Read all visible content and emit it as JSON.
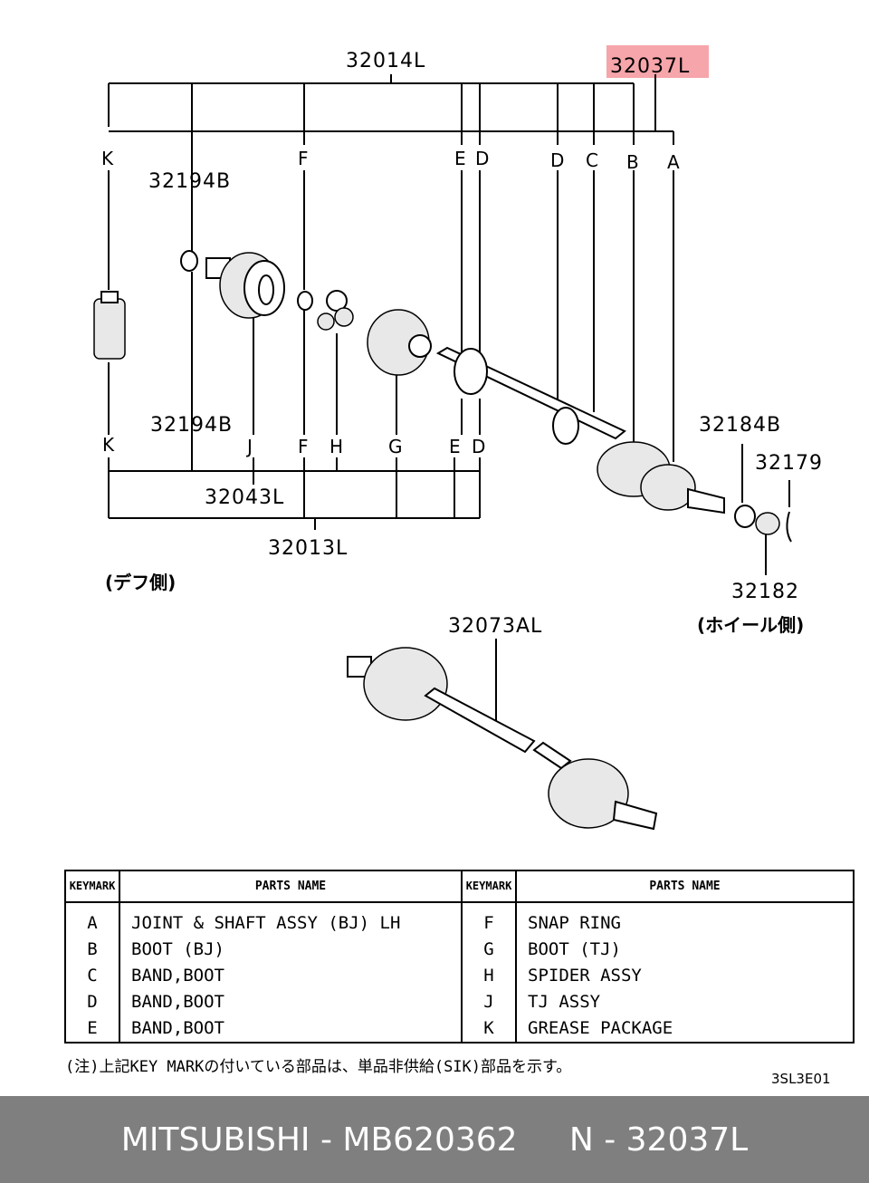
{
  "diagram": {
    "part_numbers": {
      "assy_top": "32014L",
      "highlight": "32037L",
      "snap_ring_top": "32194B",
      "snap_ring_bottom": "32194B",
      "tj_assy": "32043L",
      "assy_bottom": "32013L",
      "washer": "32184B",
      "pin": "32179",
      "nut": "32182",
      "drive_shaft": "32073AL"
    },
    "key_marks": {
      "top": [
        "K",
        "F",
        "E",
        "D",
        "D",
        "C",
        "B",
        "A"
      ],
      "bottom": [
        "K",
        "J",
        "F",
        "H",
        "G",
        "E",
        "D"
      ]
    },
    "side_labels": {
      "diff_side": "(デフ側)",
      "wheel_side": "(ホイール側)"
    }
  },
  "legend": {
    "key_header": [
      "KEY",
      "MARK"
    ],
    "name_header": "PARTS NAME",
    "left_rows": [
      {
        "key": "A",
        "name": "JOINT & SHAFT ASSY (BJ) LH"
      },
      {
        "key": "B",
        "name": "BOOT (BJ)"
      },
      {
        "key": "C",
        "name": "BAND,BOOT"
      },
      {
        "key": "D",
        "name": "BAND,BOOT"
      },
      {
        "key": "E",
        "name": "BAND,BOOT"
      }
    ],
    "right_rows": [
      {
        "key": "F",
        "name": "SNAP RING"
      },
      {
        "key": "G",
        "name": "BOOT (TJ)"
      },
      {
        "key": "H",
        "name": "SPIDER ASSY"
      },
      {
        "key": "J",
        "name": "TJ ASSY"
      },
      {
        "key": "K",
        "name": "GREASE PACKAGE"
      }
    ]
  },
  "note": "(注)上記KEY MARKの付いている部品は、単品非供給(SIK)部品を示す。",
  "doc_number": "3SL3E01",
  "footer": {
    "brand": "MITSUBISHI",
    "sep1": " - ",
    "oem_number": "MB620362",
    "gap": "     ",
    "ref_prefix": "N",
    "sep2": " - ",
    "ref_number": "32037L"
  }
}
